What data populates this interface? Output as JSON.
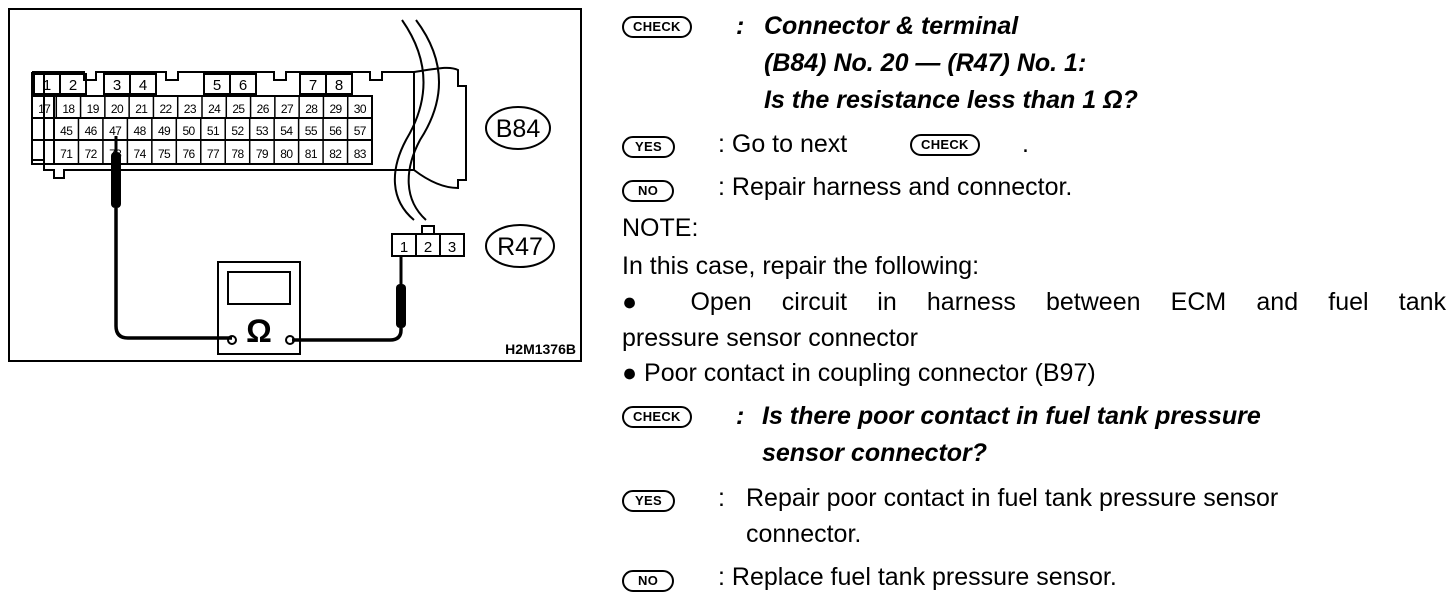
{
  "figure": {
    "connector_b84": {
      "label": "B84",
      "row1": [
        "1",
        "2",
        "3",
        "4",
        "5",
        "6",
        "7",
        "8"
      ],
      "row2": [
        "17",
        "18",
        "19",
        "20",
        "21",
        "22",
        "23",
        "24",
        "25",
        "26",
        "27",
        "28",
        "29",
        "30"
      ],
      "row3": [
        "45",
        "46",
        "47",
        "48",
        "49",
        "50",
        "51",
        "52",
        "53",
        "54",
        "55",
        "56",
        "57"
      ],
      "row4": [
        "71",
        "72",
        "73",
        "74",
        "75",
        "76",
        "77",
        "78",
        "79",
        "80",
        "81",
        "82",
        "83"
      ]
    },
    "connector_r47": {
      "label": "R47",
      "pins": [
        "1",
        "2",
        "3"
      ]
    },
    "meter_symbol": "Ω",
    "figure_code": "H2M1376B"
  },
  "steps": {
    "check1": {
      "badge": "CHECK",
      "colon": ":",
      "line1": "Connector & terminal",
      "line2": "(B84) No. 20 — (R47) No. 1:",
      "line3": "Is the resistance less than 1 Ω?"
    },
    "yes1": {
      "badge": "YES",
      "text_prefix": ": Go to next",
      "inline_badge": "CHECK",
      "text_suffix": "."
    },
    "no1": {
      "badge": "NO",
      "text": ": Repair harness and connector."
    },
    "note": {
      "title": "NOTE:",
      "intro": "In this case, repair the following:",
      "bullet1_line1": "● Open circuit in harness between ECM and fuel tank",
      "bullet1_line2": "pressure sensor connector",
      "bullet2": "● Poor contact in coupling connector (B97)"
    },
    "check2": {
      "badge": "CHECK",
      "colon": ":",
      "line1": "Is there poor contact in fuel tank pressure",
      "line2": "sensor connector?"
    },
    "yes2": {
      "badge": "YES",
      "colon": ":",
      "line1": "Repair poor contact in fuel tank pressure sensor",
      "line2": "connector."
    },
    "no2": {
      "badge": "NO",
      "text": ": Replace fuel tank pressure sensor."
    }
  }
}
